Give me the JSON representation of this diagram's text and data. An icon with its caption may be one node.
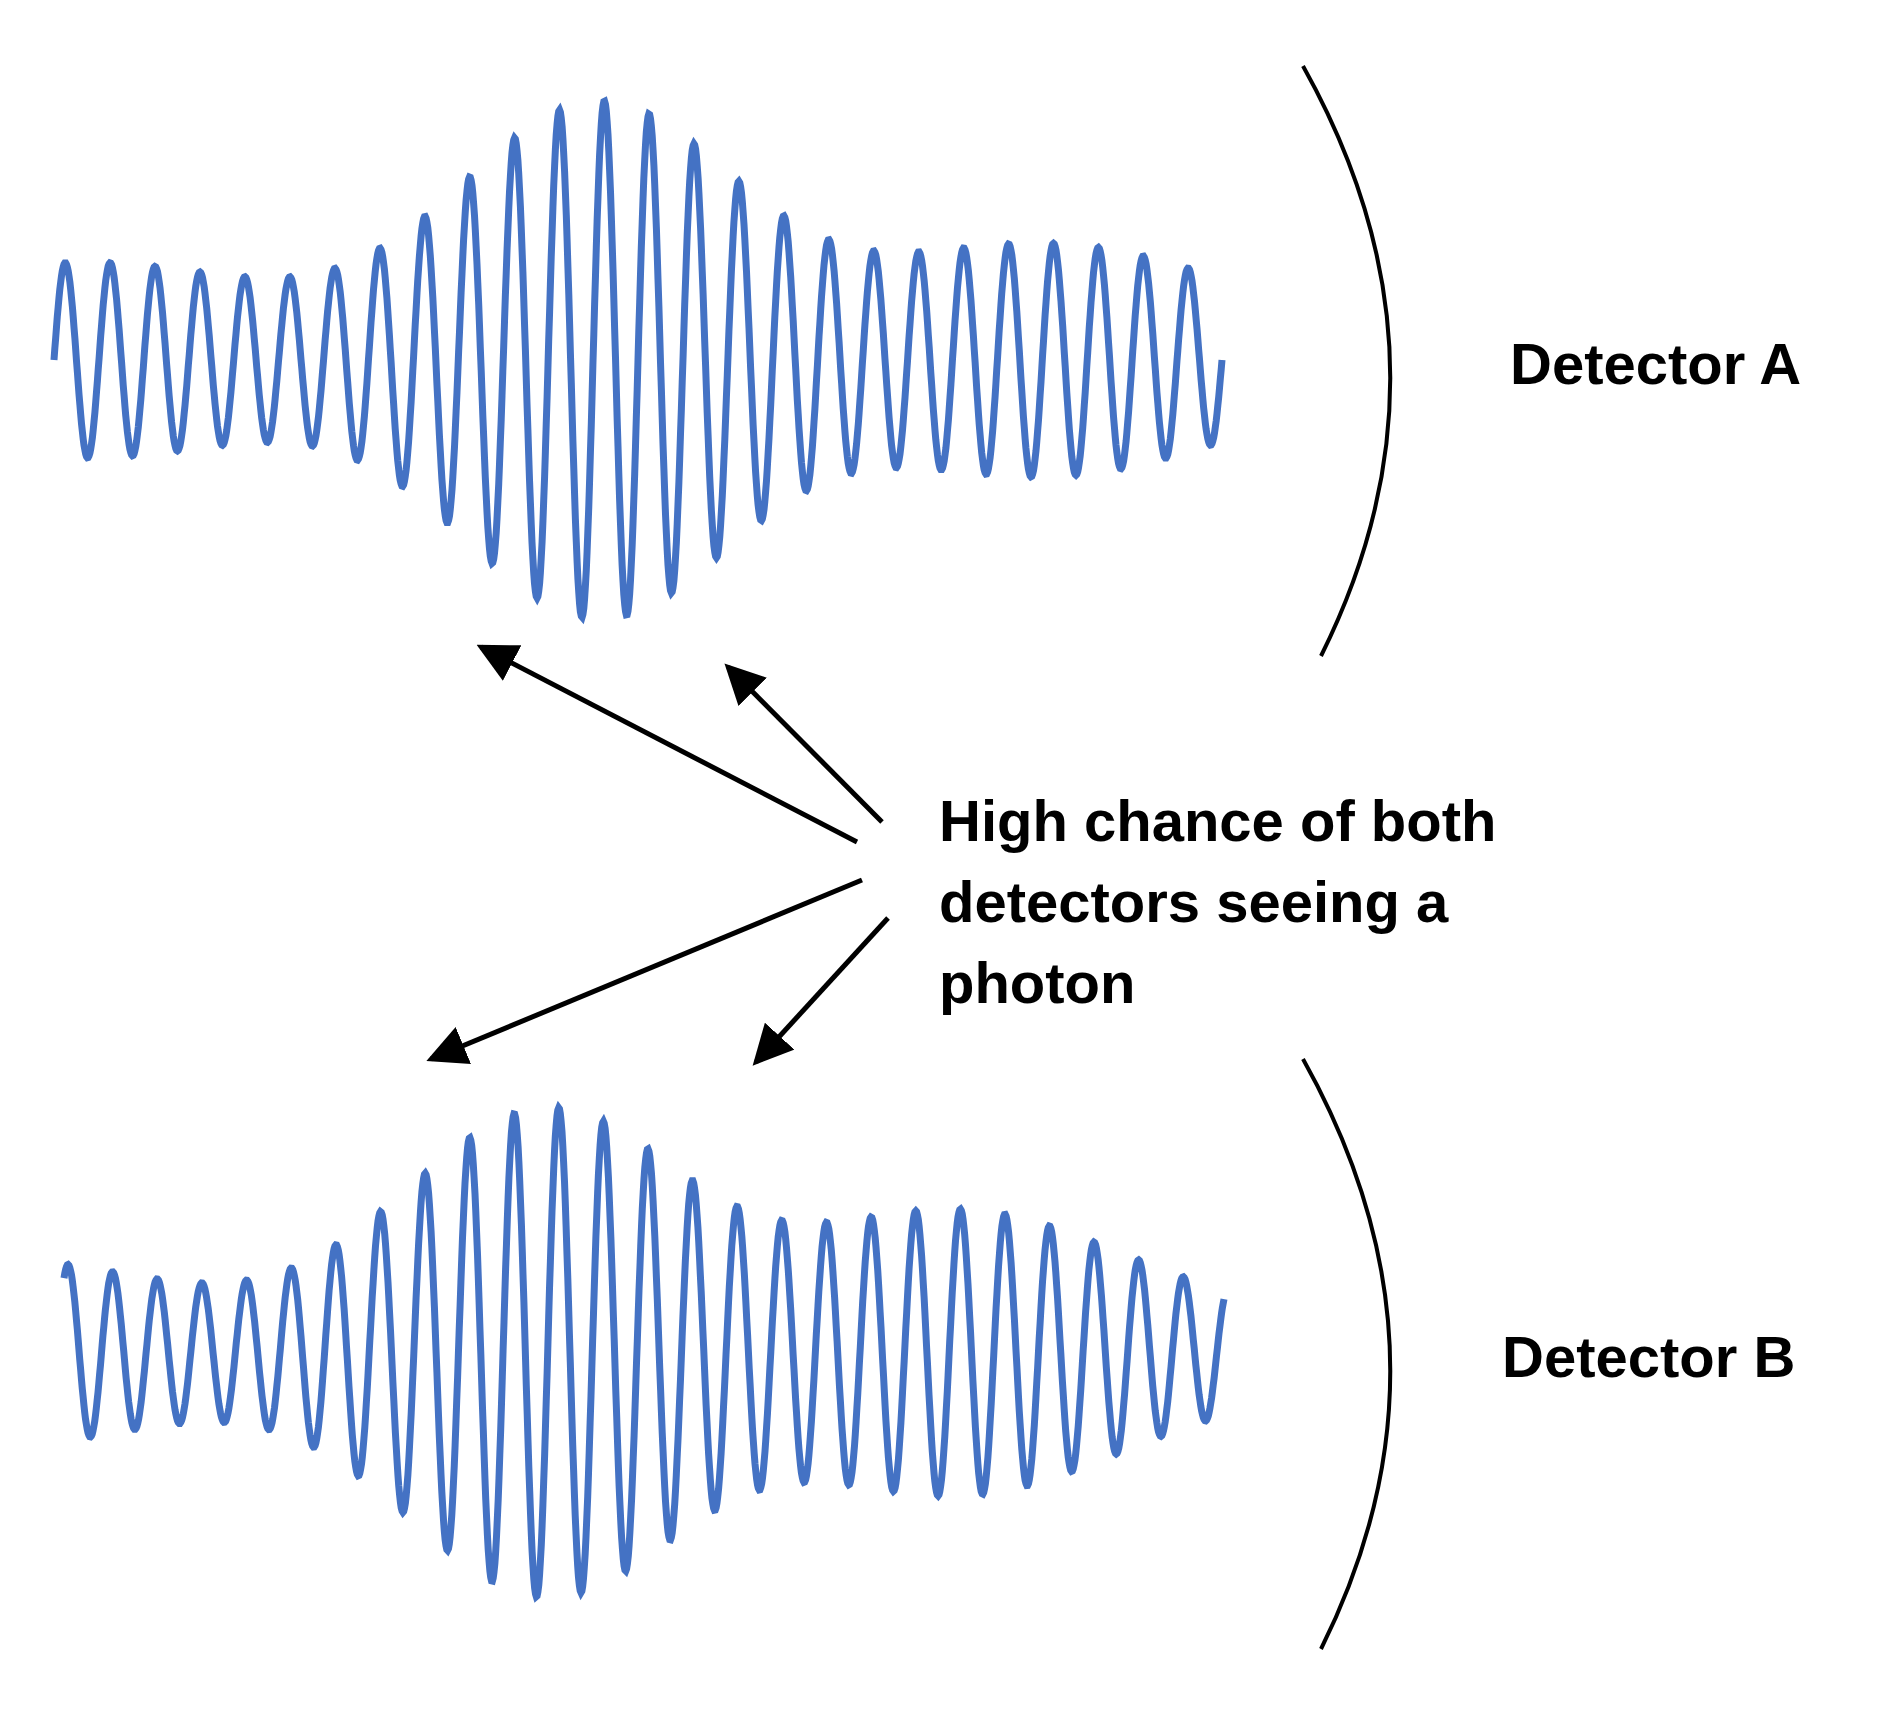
{
  "diagram": {
    "nodes": [
      {
        "text": [
          "High chance of both detectors seeing a photon"
        ]
      },
      {
        "text": [],
        "shape": "wave"
      },
      {
        "text": [],
        "shape": "wave"
      }
    ],
    "edges": [
      {
        "from": 0,
        "to": 1,
        "arrow": "to"
      },
      {
        "from": 0,
        "to": 1,
        "arrow": "to"
      },
      {
        "from": 0,
        "to": 2,
        "arrow": "to"
      },
      {
        "from": 0,
        "to": 2,
        "arrow": "to"
      }
    ],
    "labels": [
      "Detector A",
      "Detector B"
    ]
  }
}
